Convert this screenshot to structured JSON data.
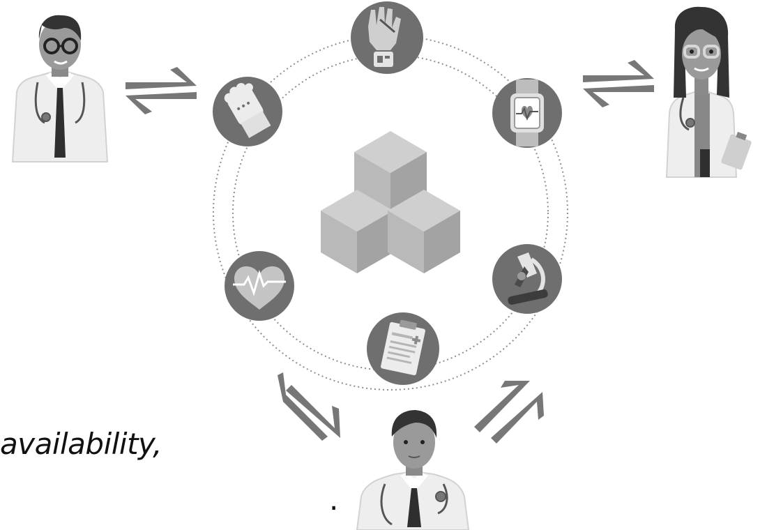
{
  "caption": {
    "fragment": "availability,",
    "trailing_dot": "."
  },
  "colors": {
    "background": "#ffffff",
    "ring_dots": "#8e8e8e",
    "icon_circle": "#6f6f6f",
    "icon_light": "#e4e4e4",
    "arrow": "#777777",
    "cube_front": "#b9b9b9",
    "cube_top": "#cfcfcf",
    "cube_side": "#a3a3a3",
    "coat": "#eeeeee",
    "coat_outline": "#d2d2d2",
    "skin": "#8a8a8a",
    "hair": "#333333",
    "tie": "#2f2f2f"
  },
  "icons": [
    "hand-sensor-icon",
    "smartwatch-icon",
    "microscope-icon",
    "clipboard-icon",
    "heart-rate-icon",
    "glove-icon"
  ],
  "people": [
    "doctor-left",
    "doctor-right",
    "doctor-bottom"
  ]
}
